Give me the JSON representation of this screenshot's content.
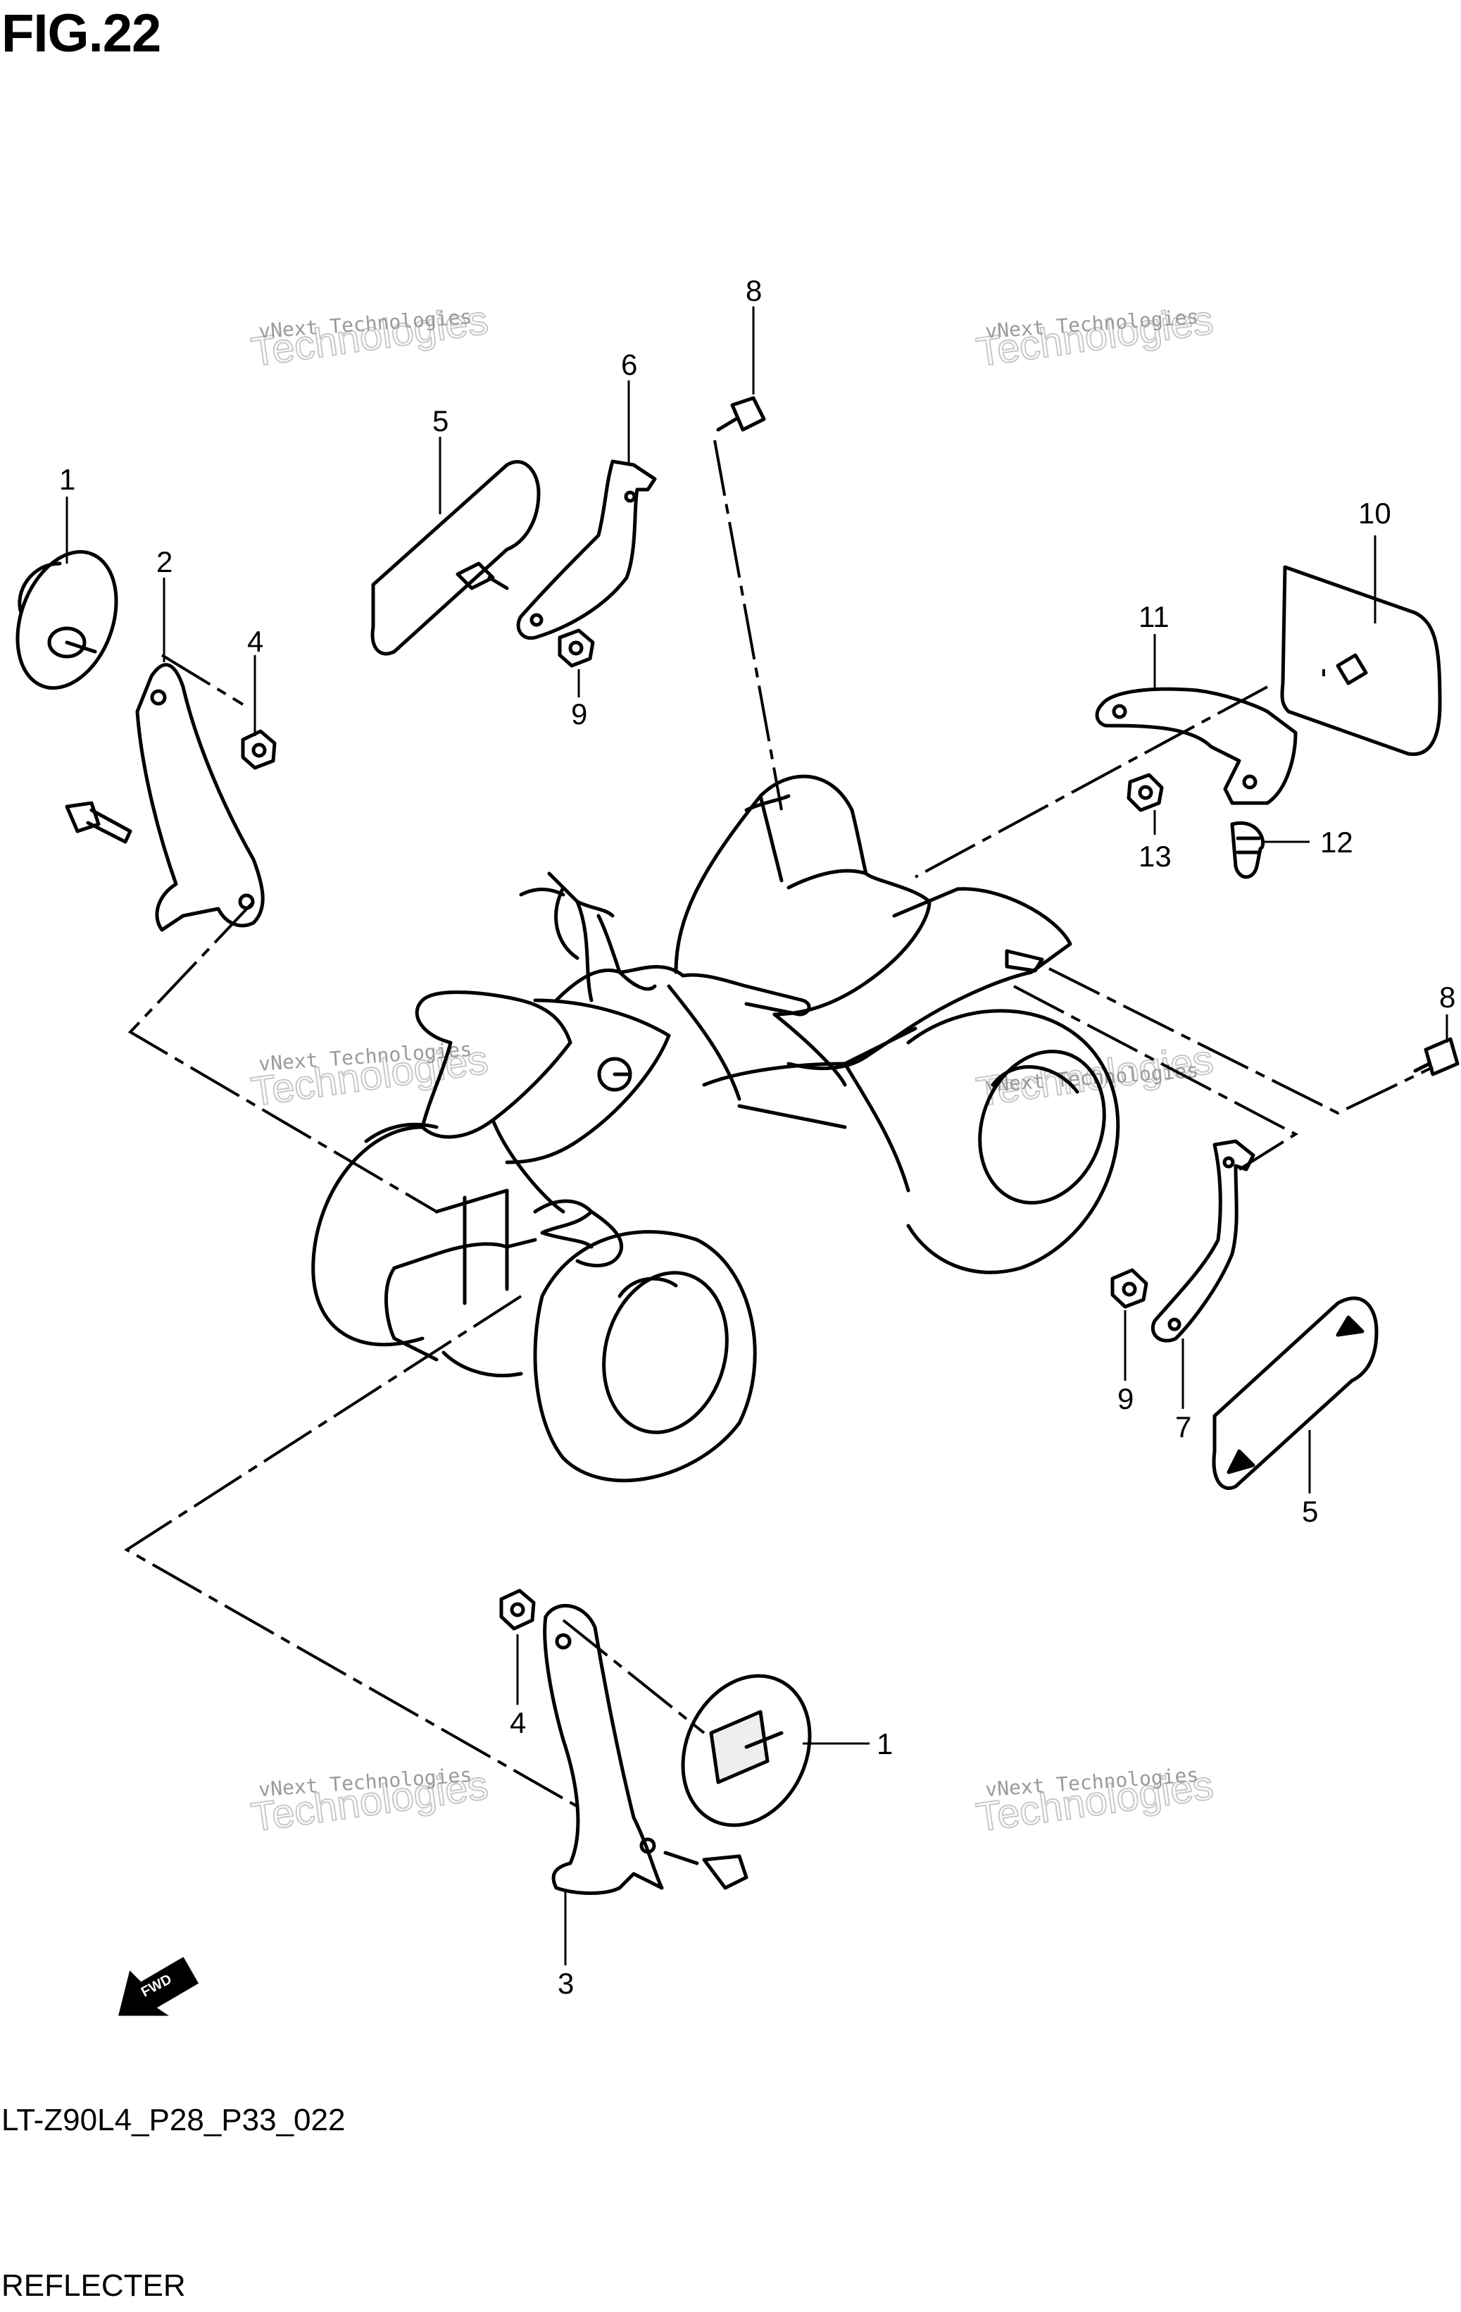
{
  "figure": {
    "title": "FIG.22",
    "code": "LT-Z90L4_P28_P33_022",
    "section": "REFLECTER"
  },
  "watermark": {
    "line1": "vNext Technologies",
    "line2": "Technologies",
    "overlay": "vNext"
  },
  "arrow_label": "FWD",
  "callouts": [
    "1",
    "2",
    "4",
    "5",
    "6",
    "8",
    "9",
    "10",
    "11",
    "12",
    "13",
    "8",
    "9",
    "7",
    "5",
    "4",
    "1",
    "3"
  ]
}
